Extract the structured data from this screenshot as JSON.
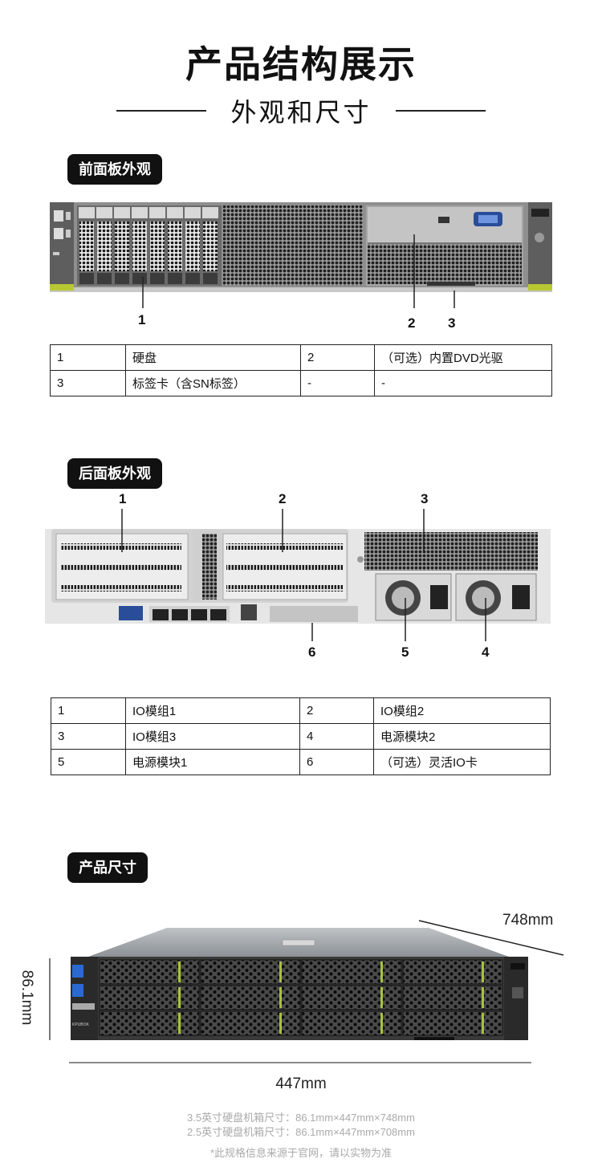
{
  "page_title": "产品结构展示",
  "subtitle": "外观和尺寸",
  "front": {
    "label": "前面板外观",
    "callouts": [
      "1",
      "2",
      "3"
    ],
    "rows": [
      [
        "1",
        "硬盘",
        "2",
        "（可选）内置DVD光驱"
      ],
      [
        "3",
        "标签卡（含SN标签）",
        "-",
        "-"
      ]
    ]
  },
  "rear": {
    "label": "后面板外观",
    "callouts": [
      "1",
      "2",
      "3",
      "6",
      "5",
      "4"
    ],
    "rows": [
      [
        "1",
        "IO模组1",
        "2",
        "IO模组2"
      ],
      [
        "3",
        "IO模组3",
        "4",
        "电源模块2"
      ],
      [
        "5",
        "电源模块1",
        "6",
        "（可选）灵活IO卡"
      ]
    ]
  },
  "dims": {
    "label": "产品尺寸",
    "depth": "748mm",
    "height": "86.1mm",
    "width": "447mm",
    "brand_text": "KPUBOK",
    "notes": [
      "3.5英寸硬盘机箱尺寸：86.1mm×447mm×748mm",
      "2.5英寸硬盘机箱尺寸：86.1mm×447mm×708mm",
      "*此规格信息来源于官网，请以实物为准"
    ]
  }
}
